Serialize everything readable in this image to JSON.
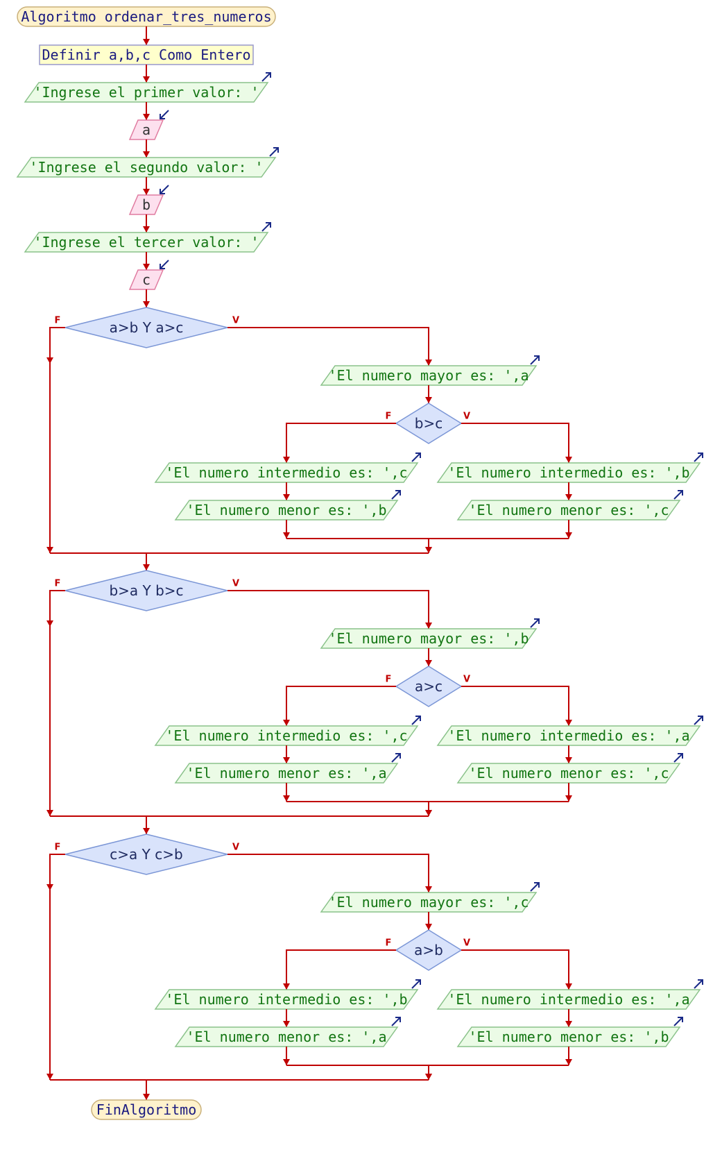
{
  "colors": {
    "line": "#c00000",
    "terminal_fill": "#fff2cc",
    "terminal_stroke": "#c9b07a",
    "terminal_text": "#1a1a80",
    "process_fill": "#ffffcc",
    "process_stroke": "#9999cc",
    "output_fill": "#ebfbe6",
    "output_stroke": "#8ac28a",
    "output_text": "#127512",
    "input_fill": "#fde0ee",
    "input_stroke": "#e07ba0",
    "input_text": "#333333",
    "decision_fill": "#d9e3fb",
    "decision_stroke": "#7b96d6",
    "decision_text": "#1e2a60",
    "io_arrow": "#1a2a88"
  },
  "diagram": {
    "start": "Algoritmo ordenar_tres_numeros",
    "definition": "Definir a,b,c Como Entero",
    "prompt1": "'Ingrese el primer valor: '",
    "read1": "a",
    "prompt2": "'Ingrese el segundo valor: '",
    "read2": "b",
    "prompt3": "'Ingrese el tercer valor: '",
    "read3": "c",
    "false_label": "F",
    "true_label": "V",
    "blocks": [
      {
        "condition": "a>b Y a>c",
        "mayor": "'El numero mayor es: ',a",
        "inner_condition": "b>c",
        "false_intermedio": "'El numero intermedio es: ',c",
        "false_menor": "'El numero menor es: ',b",
        "true_intermedio": "'El numero intermedio es: ',b",
        "true_menor": "'El numero menor es: ',c"
      },
      {
        "condition": "b>a Y b>c",
        "mayor": "'El numero mayor es: ',b",
        "inner_condition": "a>c",
        "false_intermedio": "'El numero intermedio es: ',c",
        "false_menor": "'El numero menor es: ',a",
        "true_intermedio": "'El numero intermedio es: ',a",
        "true_menor": "'El numero menor es: ',c"
      },
      {
        "condition": "c>a Y c>b",
        "mayor": "'El numero mayor es: ',c",
        "inner_condition": "a>b",
        "false_intermedio": "'El numero intermedio es: ',b",
        "false_menor": "'El numero menor es: ',a",
        "true_intermedio": "'El numero intermedio es: ',a",
        "true_menor": "'El numero menor es: ',b"
      }
    ],
    "end": "FinAlgoritmo"
  }
}
